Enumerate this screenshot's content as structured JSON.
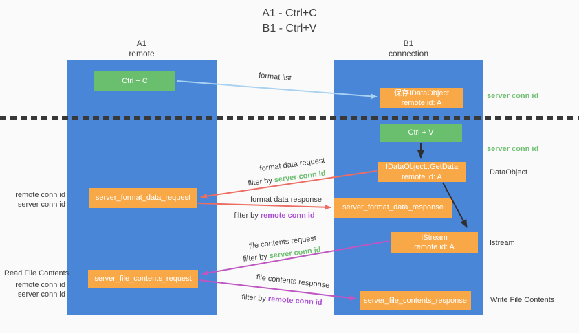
{
  "colors": {
    "bg": "#fafafa",
    "column_blue": "#4a86d8",
    "box_green": "#69bf6d",
    "box_orange": "#f9a848",
    "text_dark": "#3f3f3f",
    "text_green": "#6fbf72",
    "text_purple": "#ab4fd3",
    "arrow_blue": "#a8d2f0",
    "arrow_red": "#ed6d62",
    "arrow_magenta": "#bf57c3",
    "arrow_black": "#2f2f2f",
    "dash": "#383838"
  },
  "title": {
    "line1": "A1 - Ctrl+C",
    "line2": "B1 - Ctrl+V"
  },
  "lanes": {
    "left": {
      "title": "A1",
      "subtitle": "remote"
    },
    "right": {
      "title": "B1",
      "subtitle": "connection"
    }
  },
  "nodes": {
    "ctrl_c": {
      "label": "Ctrl + C"
    },
    "ctrl_v": {
      "label": "Ctrl + V"
    },
    "save_dataobject": {
      "line1": "保存IDataObject",
      "line2": "remote id: A"
    },
    "getdata": {
      "line1": "IDataObject::GetData",
      "line2": "remote id: A"
    },
    "istream": {
      "line1": "IStream",
      "line2": "remote id: A"
    },
    "format_request": {
      "label": "server_format_data_request"
    },
    "format_response": {
      "label": "server_format_data_response"
    },
    "file_request": {
      "label": "server_file_contents_request"
    },
    "file_response": {
      "label": "server_file_contents_response"
    }
  },
  "messages": {
    "format_list": "format list",
    "format_data_request": "format data request",
    "format_data_request_filter": {
      "prefix": "filter by ",
      "key": "server conn id"
    },
    "format_data_response": "format data response",
    "format_data_response_filter": {
      "prefix": "filter by ",
      "key": "remote conn id"
    },
    "file_contents_request": "file contents request",
    "file_contents_request_filter": {
      "prefix": "filter by ",
      "key": "server conn id"
    },
    "file_contents_response": "file contents response",
    "file_contents_response_filter": {
      "prefix": "filter by ",
      "key": "remote conn id"
    }
  },
  "annotations": {
    "left_top": {
      "remote": "remote conn id",
      "server": "server conn id"
    },
    "read_file": "Read File Contents",
    "left_bottom": {
      "remote": "remote conn id",
      "server": "server conn id"
    },
    "right_server_conn_1": "server conn id",
    "right_server_conn_2": "server conn id",
    "dataobject": "DataObject",
    "istream": "Istream",
    "write_file": "Write File Contents"
  }
}
